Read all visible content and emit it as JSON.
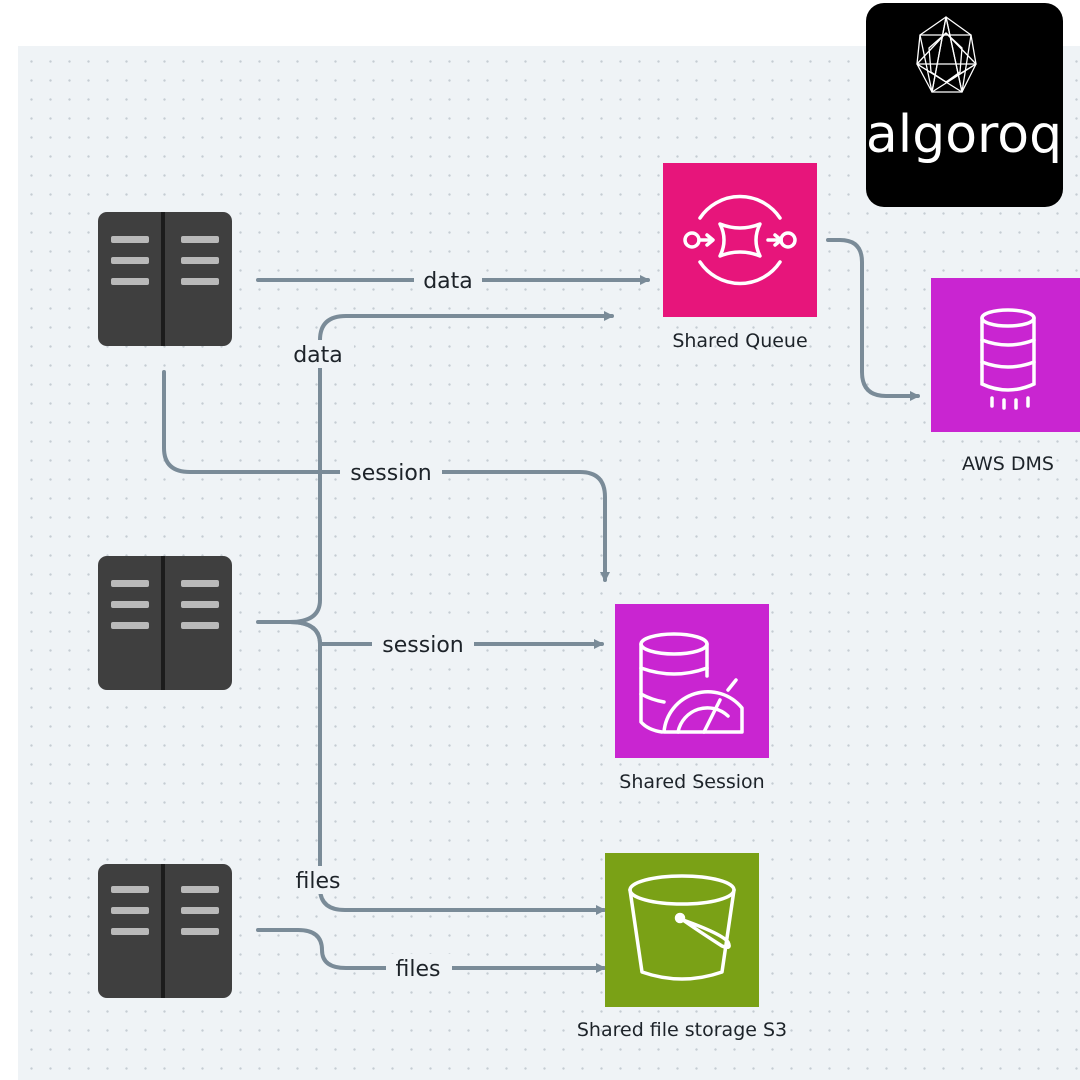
{
  "diagram": {
    "colors": {
      "canvas": "#eff3f6",
      "edge": "#7a8b98",
      "server": "#3f3f3f",
      "queue_service": "#e7157b",
      "dms_service": "#c925d1",
      "session_service": "#c925d1",
      "storage_service": "#7aa116",
      "logo_background": "#000000"
    },
    "nodes": {
      "server_1": {
        "icon": "server-rack-icon"
      },
      "server_2": {
        "icon": "server-rack-icon"
      },
      "server_3": {
        "icon": "server-rack-icon"
      },
      "shared_queue": {
        "label": "Shared Queue",
        "icon": "queue-icon"
      },
      "aws_dms": {
        "label": "AWS DMS",
        "icon": "database-icon"
      },
      "shared_session": {
        "label": "Shared Session",
        "icon": "database-gauge-icon"
      },
      "shared_storage": {
        "label": "Shared file storage S3",
        "icon": "bucket-icon"
      }
    },
    "edges": {
      "server1_to_queue": {
        "label": "data"
      },
      "server2_to_queue": {
        "label": "data"
      },
      "server1_to_session": {
        "label": "session"
      },
      "server2_to_session": {
        "label": "session"
      },
      "server2_to_storage": {
        "label": "files"
      },
      "server3_to_storage": {
        "label": "files"
      },
      "queue_to_dms": {
        "label": ""
      }
    },
    "logo": {
      "text": "algoroq",
      "icon": "star-polygon-icon"
    }
  }
}
